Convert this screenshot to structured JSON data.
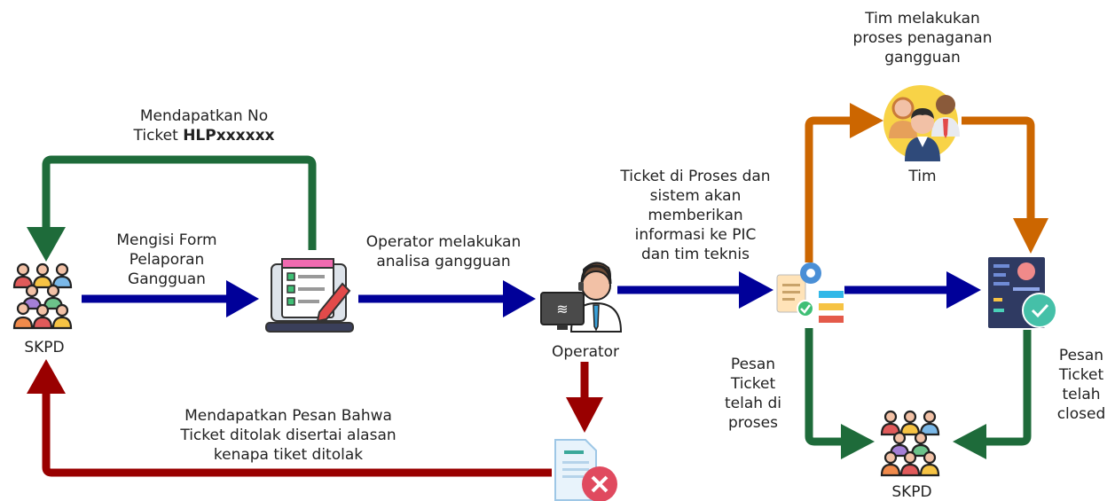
{
  "colors": {
    "blue_arrow": "#000099",
    "green_arrow": "#1e6b3a",
    "red_arrow": "#990000",
    "orange_arrow": "#cc6600",
    "gear_blue": "#4a8fd6",
    "reject_red": "#e04a5f",
    "approve_teal": "#45c0a8"
  },
  "icons": {
    "skpd_left": "people-group-icon",
    "form": "laptop-form-icon",
    "operator": "operator-headset-icon",
    "process": "workflow-gear-icon",
    "team": "team-icon",
    "ticket_closed": "profile-approved-icon",
    "rejected": "document-rejected-icon",
    "skpd_right": "people-group-icon"
  },
  "nodes": {
    "skpd_left": "SKPD",
    "operator": "Operator",
    "team": "Tim",
    "skpd_right": "SKPD"
  },
  "labels": {
    "get_ticket_line1": "Mendapatkan No",
    "get_ticket_line2_prefix": "Ticket ",
    "get_ticket_line2_bold": "HLPxxxxxx",
    "fill_form_l1": "Mengisi Form",
    "fill_form_l2": "Pelaporan",
    "fill_form_l3": "Gangguan",
    "operator_analysis_l1": "Operator melakukan",
    "operator_analysis_l2": "analisa gangguan",
    "ticket_processed_l1": "Ticket di Proses dan",
    "ticket_processed_l2": "sistem akan",
    "ticket_processed_l3": "memberikan",
    "ticket_processed_l4": "informasi ke PIC",
    "ticket_processed_l5": "dan tim teknis",
    "team_handling_l1": "Tim melakukan",
    "team_handling_l2": "proses penaganan",
    "team_handling_l3": "gangguan",
    "msg_processed_l1": "Pesan",
    "msg_processed_l2": "Ticket",
    "msg_processed_l3": "telah di",
    "msg_processed_l4": "proses",
    "msg_closed_l1": "Pesan",
    "msg_closed_l2": "Ticket",
    "msg_closed_l3": "telah",
    "msg_closed_l4": "closed",
    "rejected_l1": "Mendapatkan Pesan Bahwa",
    "rejected_l2": "Ticket ditolak disertai alasan",
    "rejected_l3": "kenapa tiket ditolak"
  }
}
